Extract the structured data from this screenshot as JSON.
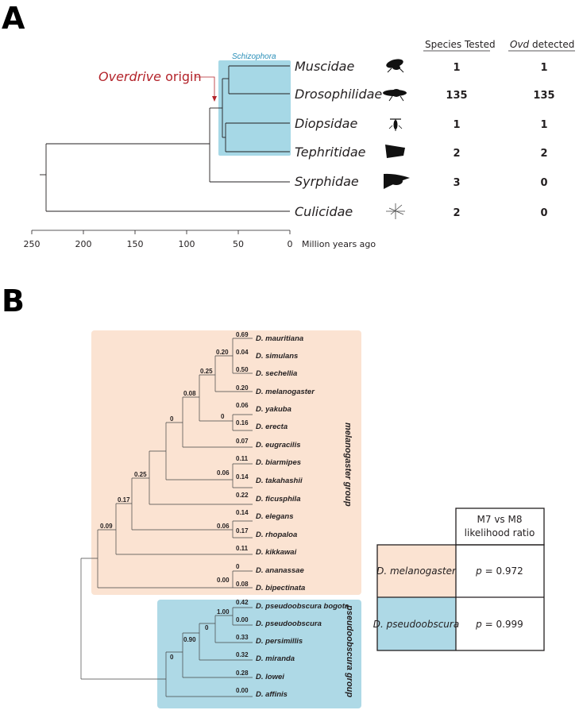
{
  "panelA": {
    "label": "A",
    "clade_label": "Schizophora",
    "origin_label_italic": "Overdrive",
    "origin_label_rest": " origin",
    "header_tested": "Species Tested",
    "header_detected_italic": "Ovd",
    "header_detected_rest": " detected",
    "axis_title": "Million years ago",
    "axis_ticks": [
      "250",
      "200",
      "150",
      "100",
      "50",
      "0"
    ],
    "families": [
      {
        "name": "Muscidae",
        "icon": "housefly-icon",
        "tested": "1",
        "detected": "1"
      },
      {
        "name": "Drosophilidae",
        "icon": "fruitfly-icon",
        "tested": "135",
        "detected": "135"
      },
      {
        "name": "Diopsidae",
        "icon": "stalk-eyed-fly-icon",
        "tested": "1",
        "detected": "1"
      },
      {
        "name": "Tephritidae",
        "icon": "fruit-fly-tephritid-icon",
        "tested": "2",
        "detected": "2"
      },
      {
        "name": "Syrphidae",
        "icon": "hoverfly-icon",
        "tested": "3",
        "detected": "0"
      },
      {
        "name": "Culicidae",
        "icon": "mosquito-icon",
        "tested": "2",
        "detected": "0"
      }
    ],
    "colors": {
      "schizophora_box": "#a6d8e6",
      "schizophora_text": "#2a8fb8",
      "origin": "#b3232a"
    }
  },
  "panelB": {
    "label": "B",
    "groups": {
      "melanogaster": {
        "label": "melanogaster group",
        "color": "#fbe3d2"
      },
      "pseudoobscura": {
        "label": "pseudoobscura group",
        "color": "#aed9e6"
      }
    },
    "species": [
      {
        "name": "D. mauritiana",
        "omega": "0.69"
      },
      {
        "name": "D. simulans",
        "omega": "0.04"
      },
      {
        "name": "D. sechellia",
        "omega": "0.50"
      },
      {
        "name": "D. melanogaster",
        "omega": "0.20"
      },
      {
        "name": "D. yakuba",
        "omega": "0.06"
      },
      {
        "name": "D. erecta",
        "omega": "0.16"
      },
      {
        "name": "D. eugracilis",
        "omega": "0.07"
      },
      {
        "name": "D. biarmipes",
        "omega": "0.11"
      },
      {
        "name": "D. takahashii",
        "omega": "0.14"
      },
      {
        "name": "D. ficusphila",
        "omega": "0.22"
      },
      {
        "name": "D. elegans",
        "omega": "0.14"
      },
      {
        "name": "D. rhopaloa",
        "omega": "0.17"
      },
      {
        "name": "D. kikkawai",
        "omega": "0.11"
      },
      {
        "name": "D. ananassae",
        "omega": "0"
      },
      {
        "name": "D. bipectinata",
        "omega": "0.08"
      },
      {
        "name": "D. pseudoobscura bogota",
        "omega": "0.42"
      },
      {
        "name": "D. pseudoobscura",
        "omega": "0.00"
      },
      {
        "name": "D. persimillis",
        "omega": "0.33"
      },
      {
        "name": "D. miranda",
        "omega": "0.32"
      },
      {
        "name": "D.  lowei",
        "omega": "0.28"
      },
      {
        "name": "D. affinis",
        "omega": "0.00"
      }
    ],
    "internal_nodes": [
      "0.20",
      "0.25",
      "0",
      "0.08",
      "0",
      "0.06",
      "0.25",
      "0.17",
      "0.06",
      "0.09",
      "0.00",
      "1.00",
      "0",
      "0.90",
      "0"
    ],
    "table": {
      "header_line1": "M7 vs M8",
      "header_line2": "likelihood ratio",
      "rows": [
        {
          "species": "D. melanogaster",
          "p_label": "p",
          "p_value": " = 0.972",
          "color": "#fbe3d2"
        },
        {
          "species": "D. pseudoobscura",
          "p_label": "p",
          "p_value": " = 0.999",
          "color": "#aed9e6"
        }
      ]
    }
  }
}
